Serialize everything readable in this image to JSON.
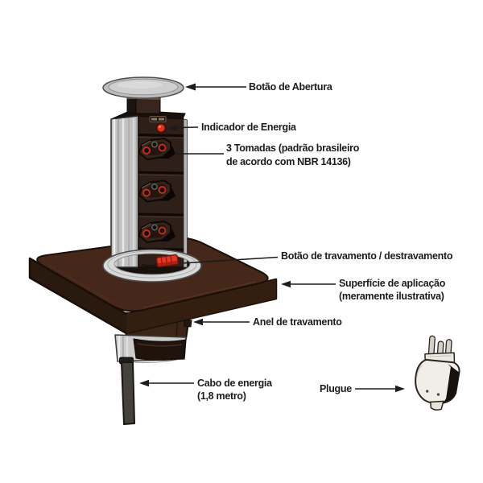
{
  "labels": {
    "opening_button": "Botão de Abertura",
    "power_indicator": "Indicador de Energia",
    "outlets_line1": "3 Tomadas (padrão brasileiro",
    "outlets_line2": "de acordo com NBR 14136)",
    "lock_button": "Botão de travamento / destravamento",
    "surface_line1": "Superfície de aplicação",
    "surface_line2": "(meramente ilustrativa)",
    "lock_ring": "Anel de travamento",
    "cable_line1": "Cabo de energia",
    "cable_line2": "(1,8 metro)",
    "plug": "Plugue"
  },
  "colors": {
    "background": "#ffffff",
    "label_text": "#1c1c1c",
    "leader_line": "#1c1c1c",
    "table_top": "#46281a",
    "table_side_left": "#2a190e",
    "table_side_right": "#331e10",
    "tower_face": "#2e1f18",
    "aluminum_rail": "#c2c2c2",
    "cap_disc": "#c8c8c8",
    "led_red": "#e23322",
    "lock_button_red": "#e23827",
    "outlet_ring_red": "#c62b1e",
    "ring_silver": "#d8dad9",
    "cable_gray": "#454339",
    "plug_body": "#f1eee7",
    "plug_dark_face": "#16110d"
  }
}
